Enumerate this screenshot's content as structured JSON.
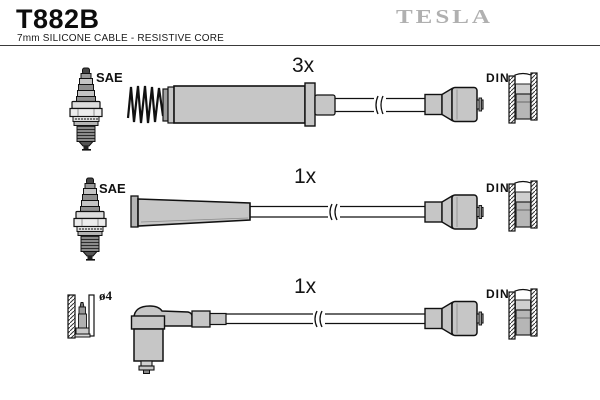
{
  "header": {
    "part_number": "T882B",
    "subtitle": "7mm SILICONE CABLE - RESISTIVE CORE",
    "brand_logo": "TESLA"
  },
  "rows": [
    {
      "qty": "3x",
      "left_label": "SAE",
      "right_label": "DIN",
      "left_icon": "spark-plug-icon",
      "cable_icon": "straight-boot-cable-with-spring",
      "right_icon": "din-socket-icon"
    },
    {
      "qty": "1x",
      "left_label": "SAE",
      "right_label": "DIN",
      "left_icon": "spark-plug-icon",
      "cable_icon": "tapered-boot-cable",
      "right_icon": "din-socket-icon"
    },
    {
      "qty": "1x",
      "left_label": "ø4",
      "right_label": "DIN",
      "left_icon": "socket-pin-icon",
      "cable_icon": "elbow-boot-cable",
      "right_icon": "din-socket-icon"
    }
  ],
  "colors": {
    "background": "#ffffff",
    "outline": "#111111",
    "boot_gray": "#c6c6c6",
    "dark_gray": "#8f8f8f",
    "logo_gray": "#b0b0b0"
  }
}
